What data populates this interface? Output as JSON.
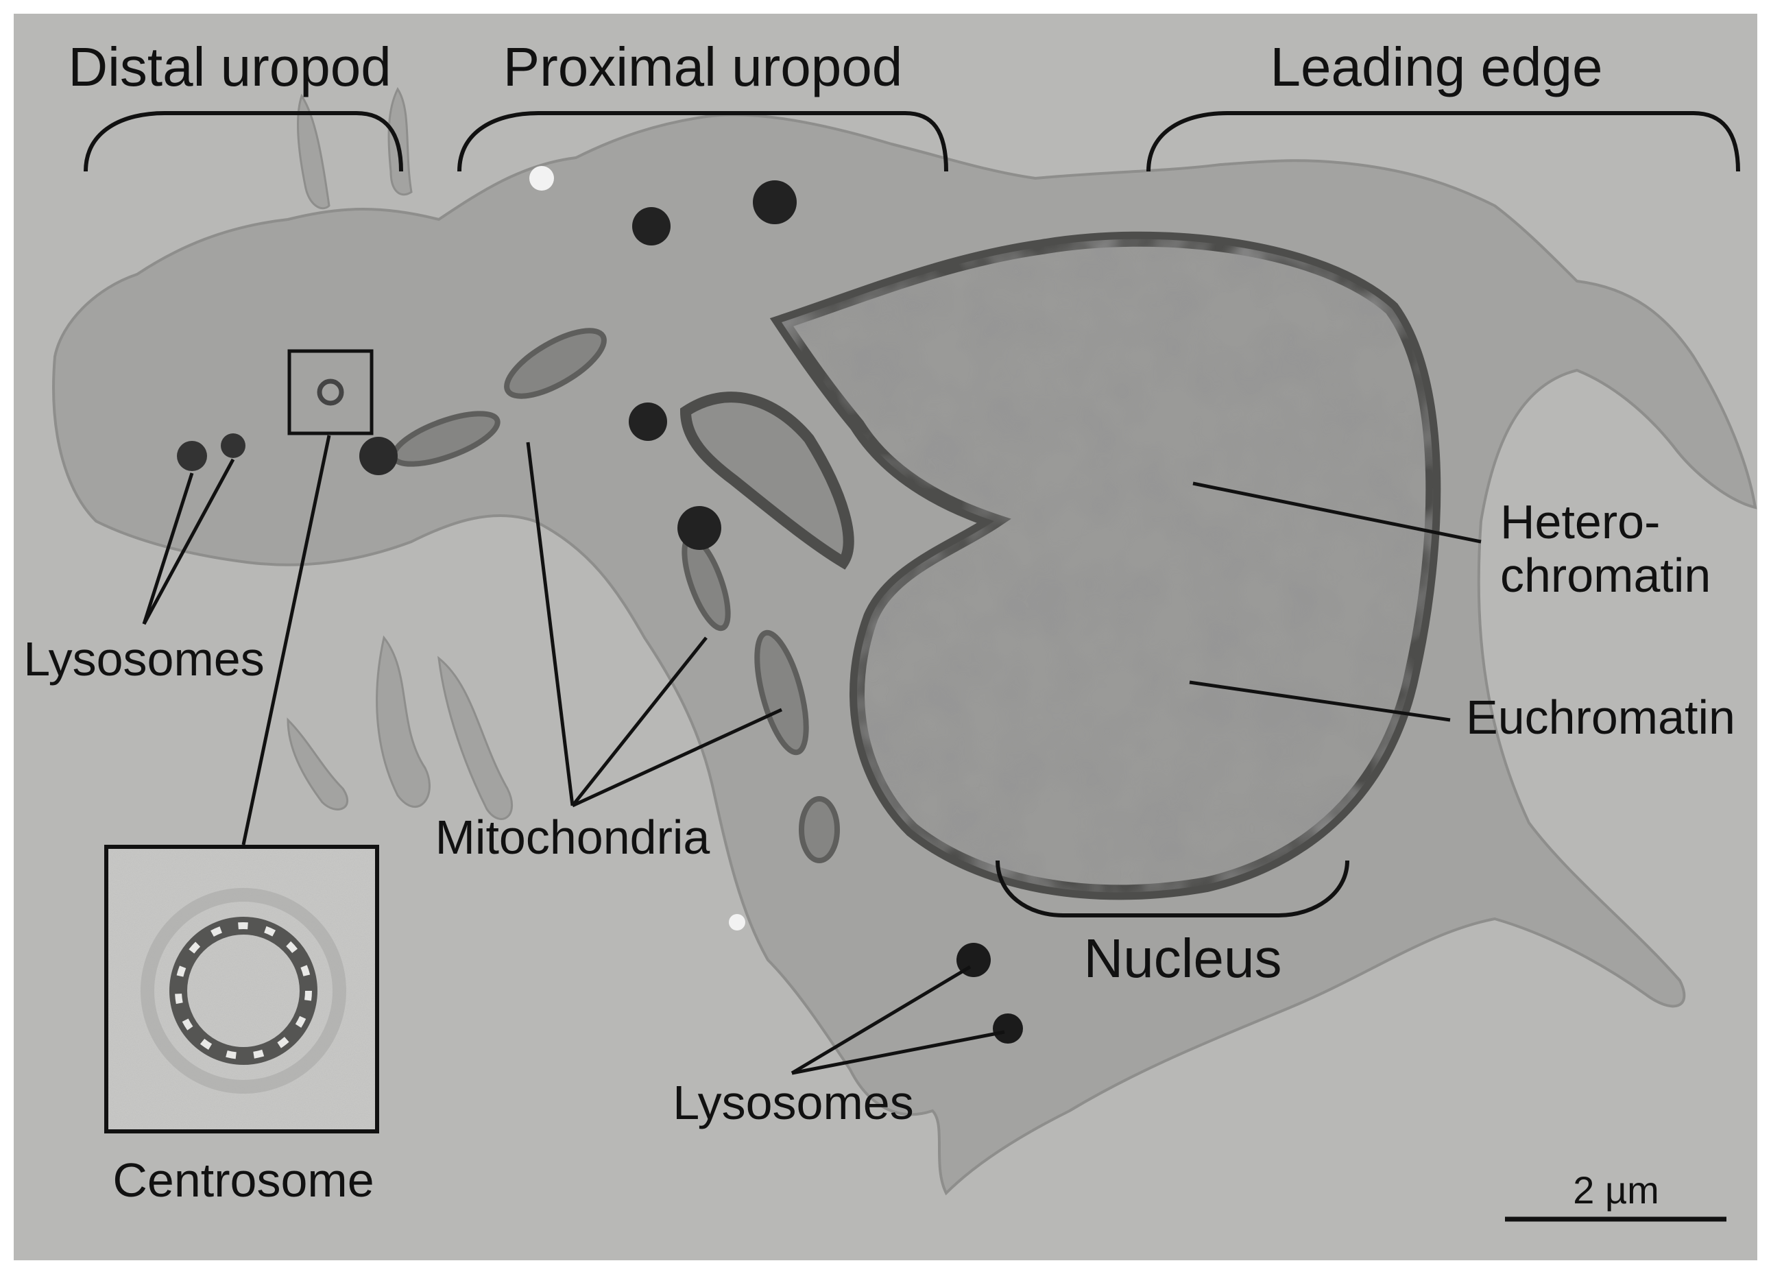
{
  "colors": {
    "background": "#b8b8b6",
    "cytoplasm": "#a3a3a1",
    "nucleus": "#9a9a98",
    "heterochromatin": "#565654",
    "organelle_dark": "#222222",
    "mitochondria": "#858583",
    "line": "#111111",
    "inset_bg": "#c9c9c7"
  },
  "labels": {
    "distal_uropod": "Distal uropod",
    "proximal_uropod": "Proximal uropod",
    "leading_edge": "Leading edge",
    "lysosomes_left": "Lysosomes",
    "lysosomes_bottom": "Lysosomes",
    "mitochondria": "Mitochondria",
    "nucleus": "Nucleus",
    "heterochromatin_line1": "Hetero-",
    "heterochromatin_line2": "chromatin",
    "euchromatin": "Euchromatin",
    "centrosome": "Centrosome",
    "scale_bar": "2 µm"
  }
}
